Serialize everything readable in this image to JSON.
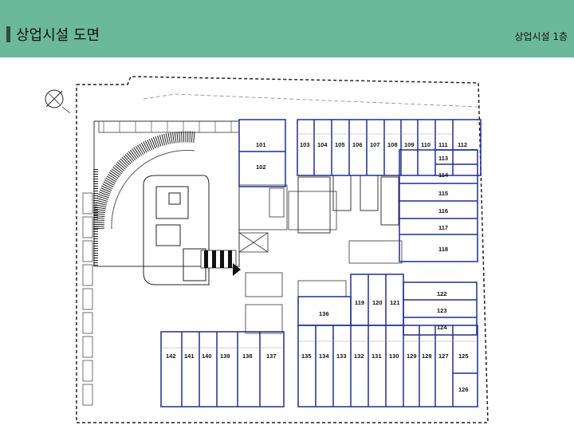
{
  "header": {
    "title": "상업시설 도면",
    "floor": "상업시설 1층"
  },
  "colors": {
    "header_bg": "#6bb89a",
    "unit_outline": "#1f2f8f"
  },
  "units": {
    "u101": "101",
    "u102": "102",
    "u103": "103",
    "u104": "104",
    "u105": "105",
    "u106": "106",
    "u107": "107",
    "u108": "108",
    "u109": "109",
    "u110": "110",
    "u111": "111",
    "u112": "112",
    "u113": "113",
    "u114": "114",
    "u115": "115",
    "u116": "116",
    "u117": "117",
    "u118": "118",
    "u119": "119",
    "u120": "120",
    "u121": "121",
    "u122": "122",
    "u123": "123",
    "u124": "124",
    "u125": "125",
    "u126": "126",
    "u127": "127",
    "u128": "128",
    "u129": "129",
    "u130": "130",
    "u131": "131",
    "u132": "132",
    "u133": "133",
    "u134": "134",
    "u135": "135",
    "u136": "136",
    "u137": "137",
    "u138": "138",
    "u139": "139",
    "u140": "140",
    "u141": "141",
    "u142": "142"
  }
}
